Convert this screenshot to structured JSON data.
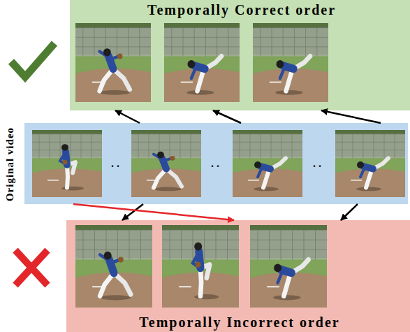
{
  "diagram": {
    "nodes": [
      {
        "text": [
          "Temporally Correct order"
        ]
      },
      {
        "text": [
          "Original video"
        ]
      },
      {
        "text": [
          "Temporally Incorrect order"
        ]
      }
    ],
    "edges": [
      {
        "from": 1,
        "to": 0,
        "arrow": "to"
      },
      {
        "from": 1,
        "to": 0,
        "arrow": "to"
      },
      {
        "from": 1,
        "to": 0,
        "arrow": "to"
      },
      {
        "from": 1,
        "to": 2,
        "arrow": "to"
      },
      {
        "from": 1,
        "to": 2,
        "arrow": "to"
      },
      {
        "from": 1,
        "to": 2,
        "arrow": "to"
      }
    ],
    "labels": [
      "..",
      "..",
      ".."
    ]
  }
}
